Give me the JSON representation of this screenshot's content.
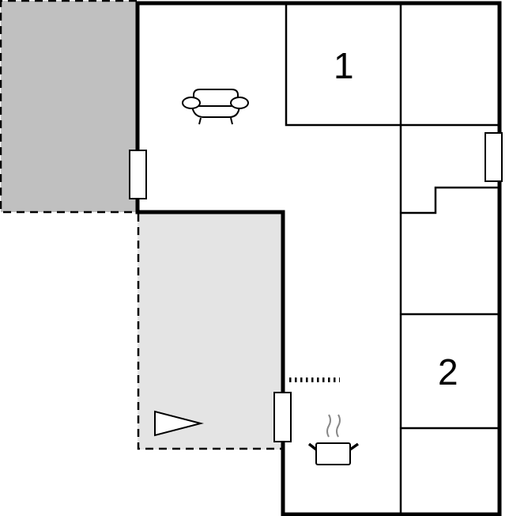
{
  "floorplan": {
    "colors": {
      "wall": "#000000",
      "terrace_dark": "#c0c0c0",
      "terrace_light": "#e4e4e4",
      "floor": "#ffffff",
      "steam": "#888888"
    },
    "rooms": [
      {
        "id": "bedroom-1",
        "label": "1"
      },
      {
        "id": "bedroom-2",
        "label": "2"
      }
    ],
    "icons": [
      {
        "name": "sofa-icon",
        "meaning": "living room"
      },
      {
        "name": "cooking-pot-icon",
        "meaning": "kitchen"
      },
      {
        "name": "entrance-arrow-icon",
        "meaning": "entrance"
      },
      {
        "name": "stairs-icon",
        "meaning": "staircase"
      }
    ]
  }
}
